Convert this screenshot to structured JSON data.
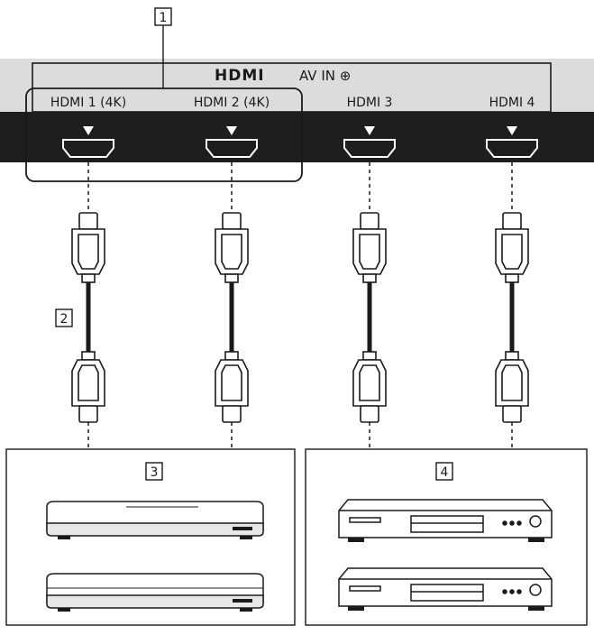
{
  "panel": {
    "logo_text": "HDMI",
    "group_label": "AV IN ⊕"
  },
  "ports": [
    {
      "label": "HDMI 1 (4K)"
    },
    {
      "label": "HDMI 2 (4K)"
    },
    {
      "label": "HDMI 3"
    },
    {
      "label": "HDMI 4"
    }
  ],
  "callouts": {
    "ports_4k": "1",
    "cable": "2",
    "device_group_a": "3",
    "device_group_b": "4"
  },
  "colors": {
    "panel_fill": "#dcdcdc",
    "port_strip": "#1e1e1e",
    "outline": "#1a1a1a"
  }
}
